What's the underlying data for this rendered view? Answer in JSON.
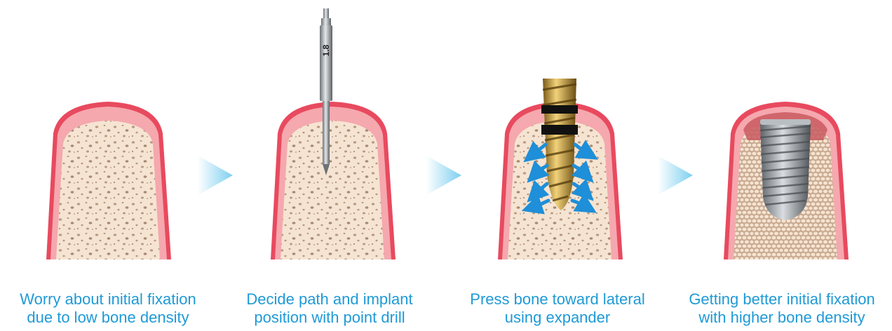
{
  "steps": [
    {
      "caption_line1": "Worry about initial fixation",
      "caption_line2": "due to low bone density",
      "illustration": "bone-ridge"
    },
    {
      "caption_line1": "Decide path and implant",
      "caption_line2": "position with point drill",
      "illustration": "bone-ridge-with-point-drill",
      "drill_label": "1.8"
    },
    {
      "caption_line1": "Press bone toward lateral",
      "caption_line2": "using expander",
      "illustration": "bone-ridge-with-expander-and-arrows"
    },
    {
      "caption_line1": "Getting better initial fixation",
      "caption_line2": "with higher bone density",
      "illustration": "bone-ridge-with-implant"
    }
  ],
  "colors": {
    "gum": "#ea5a6a",
    "gum_light": "#f5a8ae",
    "bone": "#f6e4d2",
    "pores": "#b79a82",
    "caption": "#1f9ad6",
    "step_arrow": "#8fd3f0",
    "lateral_arrow": "#1e8fd8",
    "expander_gold": "#c9a444",
    "implant_gray": "#9aa0a6"
  },
  "icons": [
    "step-chevron-icon",
    "lateral-pressure-arrow-icon"
  ]
}
